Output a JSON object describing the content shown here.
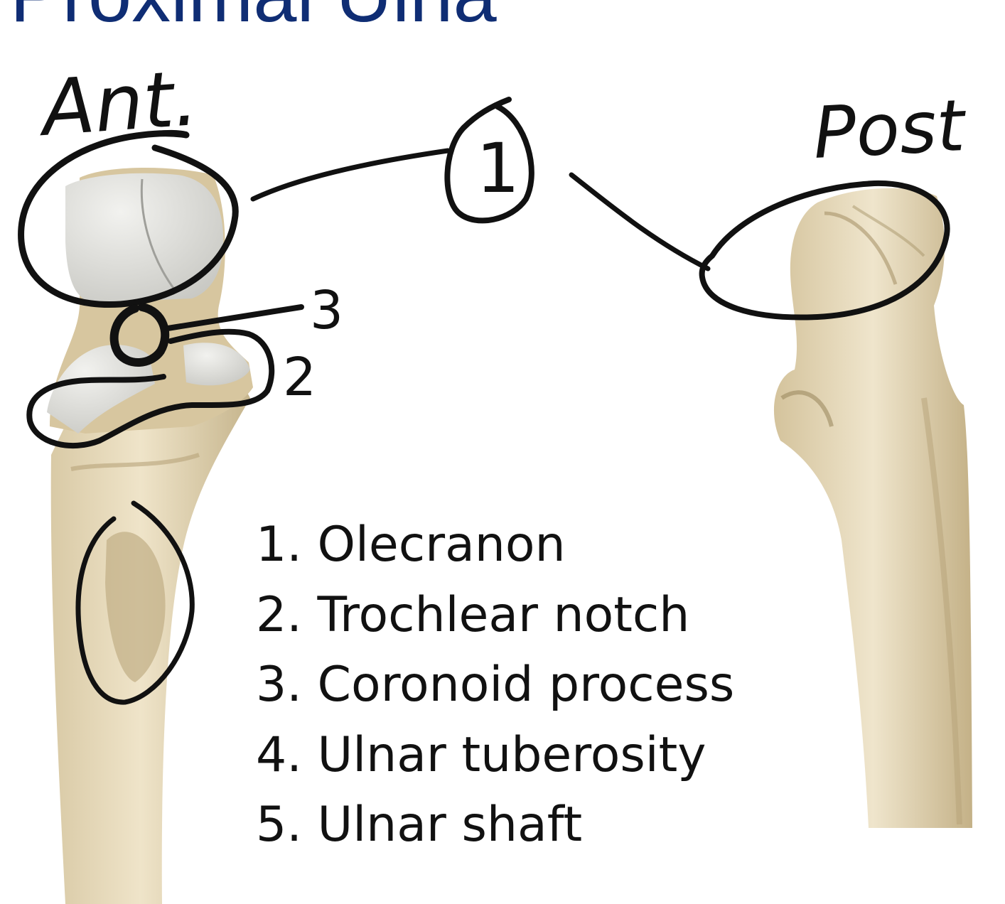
{
  "title": "Proximal Ulna",
  "labels": {
    "anterior": "Ant.",
    "posterior": "Post",
    "marker_1": "1",
    "marker_2": "2",
    "marker_3": "3"
  },
  "legend": [
    "1. Olecranon",
    "2. Trochlear notch",
    "3. Coronoid process",
    "4. Ulnar tuberosity",
    "5. Ulnar shaft"
  ],
  "colors": {
    "title": "#0f2d74",
    "ink": "#111111",
    "bone_light": "#e8dcc0",
    "bone_mid": "#d2c29b",
    "bone_dark": "#b7a57d",
    "cartilage": "#dcdcd8"
  }
}
